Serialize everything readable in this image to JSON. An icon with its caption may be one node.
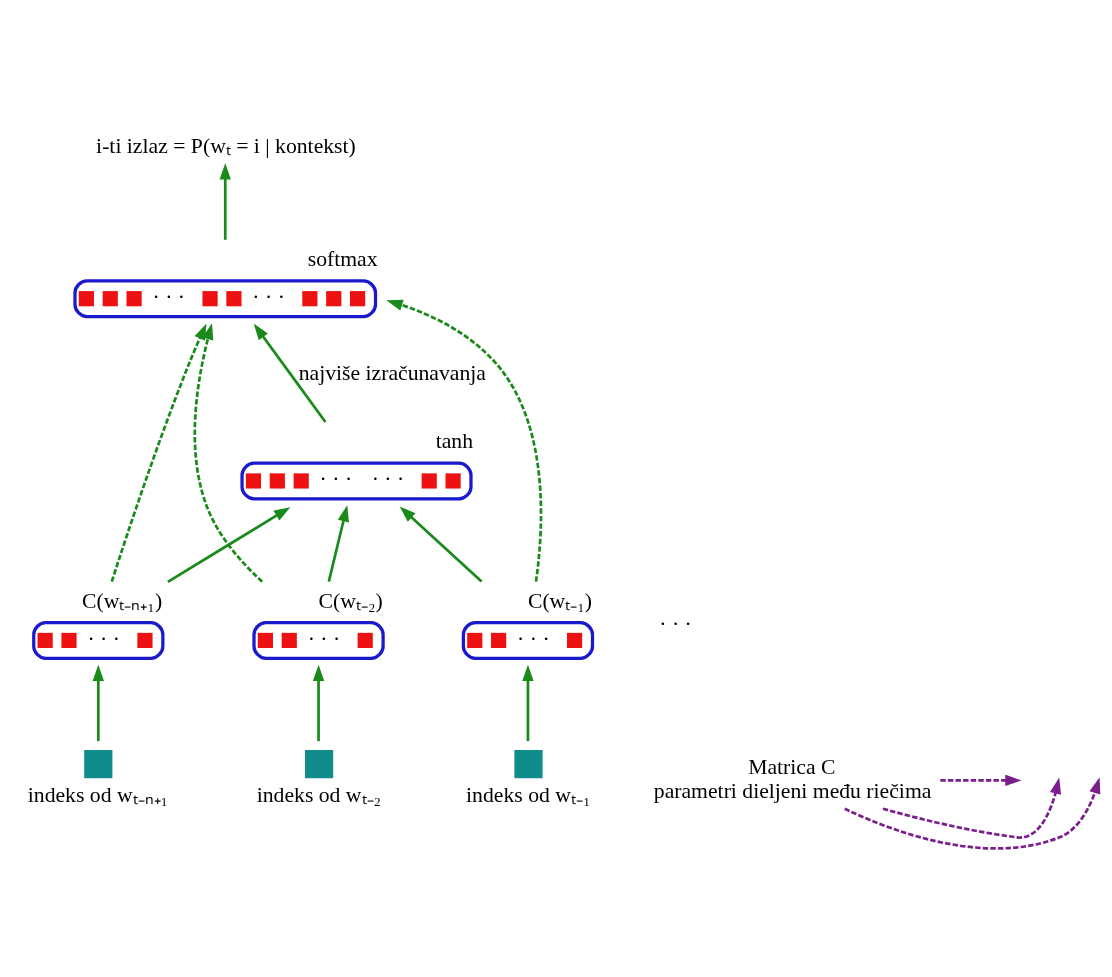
{
  "diagram": {
    "nodes": [
      {
        "text": [
          "i-ti izlaz = P(wₜ = i | kontekst)"
        ]
      },
      {
        "text": [
          "softmax",
          "· · ·",
          "· · ·"
        ]
      },
      {
        "text": [
          "tanh",
          "· · ·",
          "· · ·"
        ]
      },
      {
        "text": [
          "C(wₜ₋ₙ₊₁)",
          "· · ·"
        ]
      },
      {
        "text": [
          "C(wₜ₋₂)",
          "· · ·"
        ]
      },
      {
        "text": [
          "C(wₜ₋₁)",
          "· · ·"
        ]
      },
      {
        "text": [
          "indeks od wₜ₋ₙ₊₁"
        ]
      },
      {
        "text": [
          "indeks od wₜ₋₂"
        ]
      },
      {
        "text": [
          "indeks od wₜ₋₁"
        ]
      },
      {
        "text": [
          "Matrica C",
          "parametri dieljeni među riečima"
        ]
      }
    ],
    "edges": [
      {
        "from": 1,
        "to": 0,
        "arrow": "to"
      },
      {
        "from": 2,
        "to": 1,
        "arrow": "to",
        "label": "najviše izračunavanja"
      },
      {
        "from": 3,
        "to": 2,
        "arrow": "to"
      },
      {
        "from": 4,
        "to": 2,
        "arrow": "to"
      },
      {
        "from": 5,
        "to": 2,
        "arrow": "to"
      },
      {
        "from": 3,
        "to": 1,
        "arrow": "to",
        "style": "dashed"
      },
      {
        "from": 4,
        "to": 1,
        "arrow": "to",
        "style": "dashed"
      },
      {
        "from": 5,
        "to": 1,
        "arrow": "to",
        "style": "dashed"
      },
      {
        "from": 6,
        "to": 3,
        "arrow": "to"
      },
      {
        "from": 7,
        "to": 4,
        "arrow": "to"
      },
      {
        "from": 8,
        "to": 5,
        "arrow": "to"
      },
      {
        "from": 9,
        "to": null,
        "arrow": "to",
        "style": "dashed",
        "color": "#7b1f8c"
      },
      {
        "from": 9,
        "to": null,
        "arrow": "to",
        "style": "dashed",
        "color": "#7b1f8c"
      },
      {
        "from": 9,
        "to": null,
        "arrow": "to",
        "style": "dashed",
        "color": "#7b1f8c"
      }
    ],
    "labels": [
      "· · ·"
    ]
  }
}
